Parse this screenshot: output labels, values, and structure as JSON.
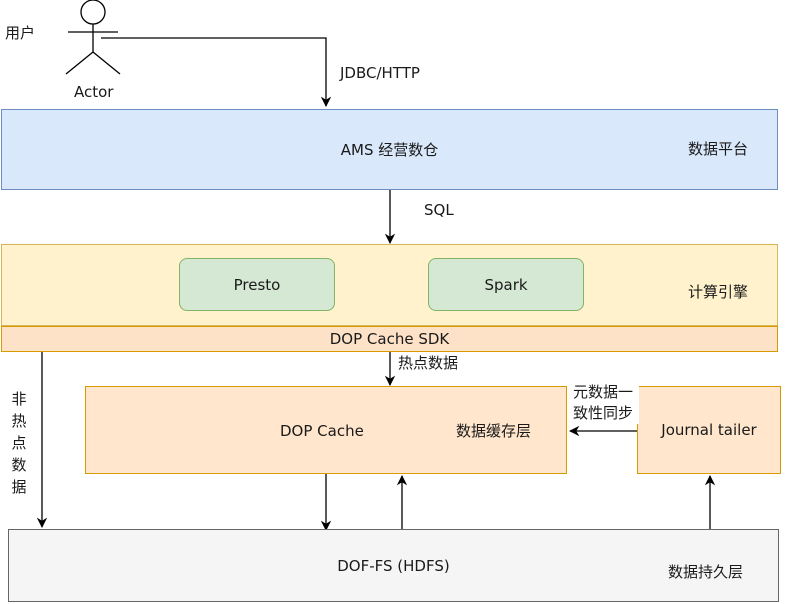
{
  "actor": {
    "caption": "Actor",
    "role_label": "用户"
  },
  "edges": {
    "actor_to_ams": "JDBC/HTTP",
    "ams_to_compute": "SQL",
    "sdk_to_cache": "热点数据",
    "tailer_to_cache": "元数据一致性同步",
    "non_hot": "非热点数据"
  },
  "layers": {
    "platform": {
      "title": "AMS 经营数仓",
      "layer_label": "数据平台"
    },
    "compute": {
      "layer_label": "计算引擎",
      "engines": [
        "Presto",
        "Spark"
      ]
    },
    "sdk": {
      "title": "DOP Cache SDK"
    },
    "cache": {
      "title": "DOP Cache",
      "layer_label": "数据缓存层"
    },
    "tailer": {
      "title": "Journal tailer"
    },
    "storage": {
      "title": "DOF-FS (HDFS)",
      "layer_label": "数据持久层"
    }
  },
  "colors": {
    "blue_fill": "#dae8fc",
    "blue_stroke": "#6c8ebf",
    "yellow_fill": "#fff2cc",
    "yellow_stroke": "#d6b656",
    "green_fill": "#d5e8d4",
    "green_stroke": "#82b366",
    "orange_fill": "#ffe6cc",
    "orange_stroke": "#d79b00",
    "sdk_fill": "#fde2c8",
    "gray_fill": "#f5f5f5",
    "gray_stroke": "#666666"
  }
}
